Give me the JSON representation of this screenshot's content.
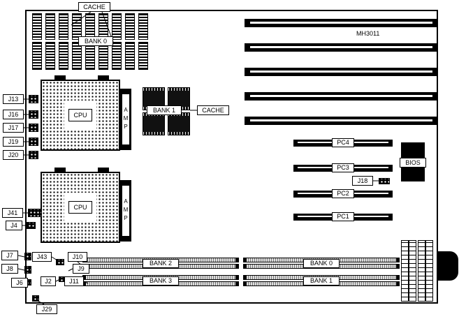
{
  "title": "MH3011",
  "labels": {
    "cache_top": "CACHE",
    "bank0_cache": "BANK 0",
    "cpu": "CPU",
    "amp": "AMP",
    "bank1_cache": "BANK 1",
    "cache_mid": "CACHE",
    "bios": "BIOS"
  },
  "slots": {
    "pc4": "PC4",
    "pc3": "PC3",
    "pc2": "PC2",
    "pc1": "PC1",
    "simm_left_top": "BANK 2",
    "simm_left_bottom": "BANK 3",
    "simm_right_top": "BANK 0",
    "simm_right_bottom": "BANK 1"
  },
  "jumpers": {
    "j13": "J13",
    "j16": "J16",
    "j17": "J17",
    "j19": "J19",
    "j20": "J20",
    "j41": "J41",
    "j4": "J4",
    "j7": "J7",
    "j43": "J43",
    "j10": "J10",
    "j8": "J8",
    "j9": "J9",
    "j6": "J6",
    "j2": "J2",
    "j11": "J11",
    "j18": "J18",
    "j29": "J29"
  },
  "colors": {
    "background": "#ffffff",
    "component": "#000000",
    "simm_fill": "#dddddd"
  }
}
